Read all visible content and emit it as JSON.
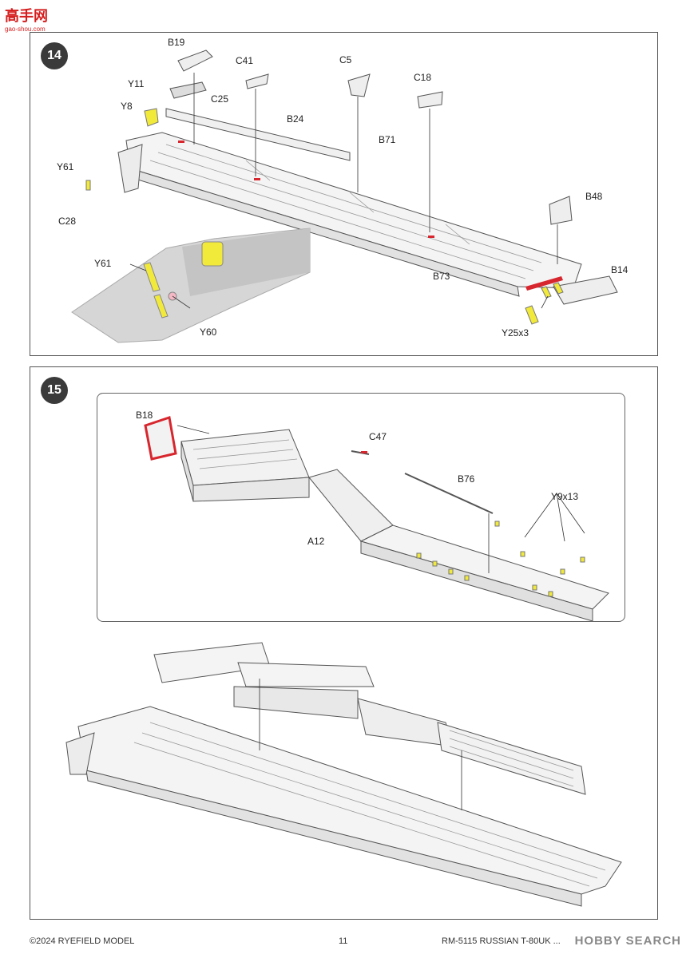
{
  "watermark": {
    "brand": "高手网",
    "url": "gao-shou.com"
  },
  "step14": {
    "number": "14",
    "labels": {
      "b19": "B19",
      "y11": "Y11",
      "c25": "C25",
      "y8": "Y8",
      "c41": "C41",
      "c5": "C5",
      "c18": "C18",
      "b24": "B24",
      "b71": "B71",
      "y61": "Y61",
      "c28": "C28",
      "b48": "B48",
      "b14": "B14",
      "y61_detail": "Y61",
      "b73": "B73",
      "y60": "Y60",
      "y25": "Y25x3"
    }
  },
  "step15": {
    "number": "15",
    "labels": {
      "b18": "B18",
      "c47": "C47",
      "b76": "B76",
      "y9": "Y9x13",
      "a12": "A12"
    }
  },
  "footer": {
    "copyright": "©2024 RYEFIELD MODEL",
    "page": "11",
    "product": "RM-5115 RUSSIAN T-80UK ..."
  },
  "logo": "HOBBY SEARCH",
  "colors": {
    "decal_yellow": "#f2ea3a",
    "highlight_red": "#d8262e",
    "part_gray": "#d6d6d6"
  }
}
